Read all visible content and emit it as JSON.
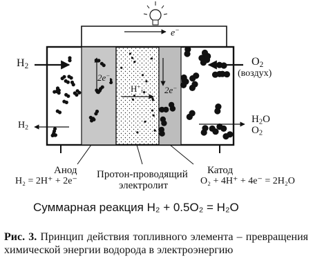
{
  "diagram": {
    "electron_label": "e",
    "electron_sup": "−",
    "inlet_left": "H",
    "inlet_left_sub": "2",
    "outlet_left": "H",
    "outlet_left_sub": "2",
    "inlet_right": "O",
    "inlet_right_sub": "2",
    "inlet_right_note": "(воздух)",
    "outlet_right_1": "H",
    "outlet_right_1_sub": "2",
    "outlet_right_1_tail": "O",
    "outlet_right_2": "O",
    "outlet_right_2_sub": "2",
    "anode_side_charge": "2e",
    "anode_side_charge_sup": "−",
    "cathode_side_charge": "2e",
    "cathode_side_charge_sup": "−",
    "proton_label": "H",
    "proton_sup": "+",
    "anode_title": "Анод",
    "anode_eq": "H₂ = 2H⁺ + 2e⁻",
    "electrolyte_title_1": "Протон-проводящий",
    "electrolyte_title_2": "электролит",
    "cathode_title": "Катод",
    "cathode_eq": "O₂ + 4H⁺ + 4e⁻ = 2H₂O",
    "summary_reaction": "Суммарная реакция H₂ + 0.5O₂ = H₂O"
  },
  "caption": {
    "figure_label": "Рис. 3.",
    "text": "Принцип действия топливного элемента – превращения химической энергии водорода в электроэнергию"
  }
}
